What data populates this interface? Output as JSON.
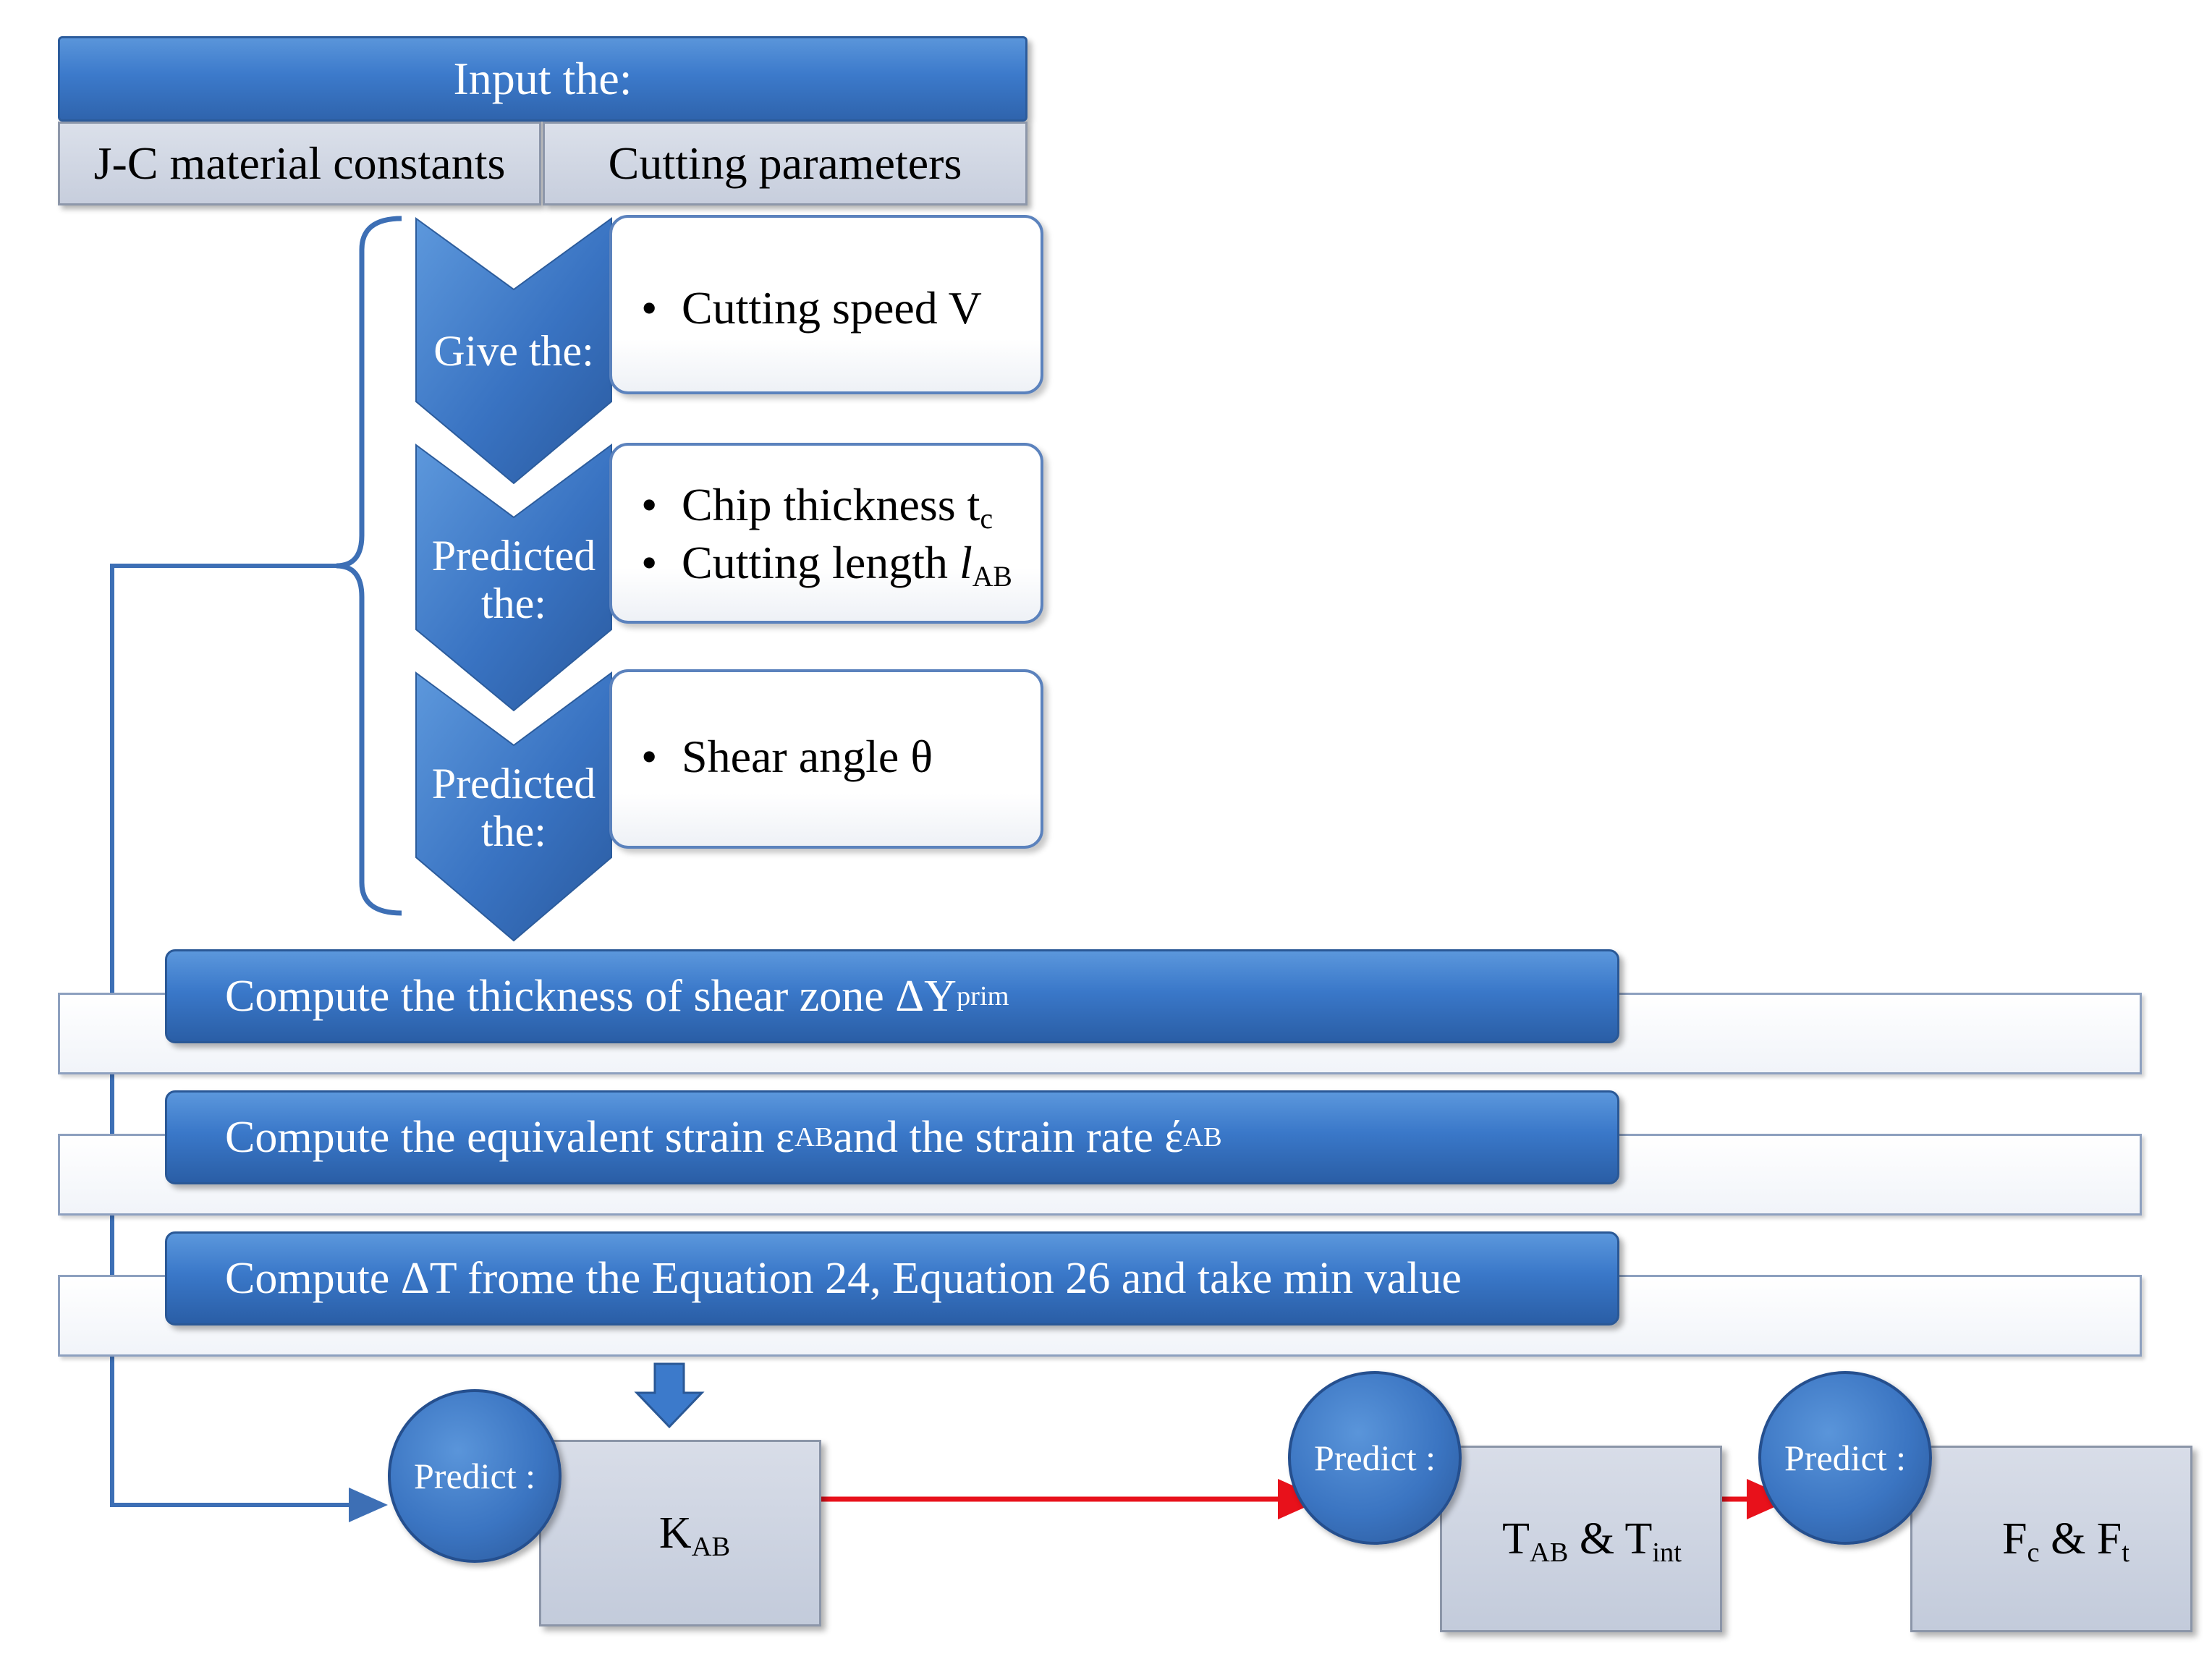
{
  "input": {
    "title": "Input the:",
    "cells": [
      "J-C material constants",
      "Cutting parameters"
    ]
  },
  "steps": [
    {
      "label": [
        "Give the:"
      ],
      "items": [
        {
          "text": "Cutting speed V",
          "sub": "",
          "sub_italic": ""
        }
      ]
    },
    {
      "label": [
        "Predicted",
        "the:"
      ],
      "items": [
        {
          "text": "Chip thickness t",
          "sub": "c",
          "sub_italic": ""
        },
        {
          "text": "Cutting length ",
          "sub_italic": "l",
          "sub": "AB"
        }
      ]
    },
    {
      "label": [
        "Predicted",
        "the:"
      ],
      "items": [
        {
          "text": "Shear angle θ",
          "sub": "",
          "sub_italic": ""
        }
      ]
    }
  ],
  "computes": [
    {
      "text": "Compute the thickness of shear zone ΔY",
      "sub": "prim",
      "tail": "",
      "tail_sub": ""
    },
    {
      "text": "Compute the equivalent strain ε",
      "sub": "AB",
      "tail": " and the strain rate έ",
      "tail_sub": "AB"
    },
    {
      "text": "Compute ΔT frome the Equation 24, Equation 26 and take min value",
      "sub": "",
      "tail": "",
      "tail_sub": ""
    }
  ],
  "predict": {
    "circle_label": "Predict :",
    "outputs": [
      {
        "a": "K",
        "a_sub": "AB",
        "mid": "",
        "b": "",
        "b_sub": ""
      },
      {
        "a": "T",
        "a_sub": "AB",
        "mid": " & ",
        "b": "T",
        "b_sub": "int"
      },
      {
        "a": "F",
        "a_sub": "c",
        "mid": " & ",
        "b": "F",
        "b_sub": "t"
      }
    ]
  },
  "colors": {
    "primary_blue": "#3c7acb",
    "bracket_blue": "#3d6fb5",
    "arrow_red": "#e8111b",
    "box_grey": "#c7cedd"
  }
}
